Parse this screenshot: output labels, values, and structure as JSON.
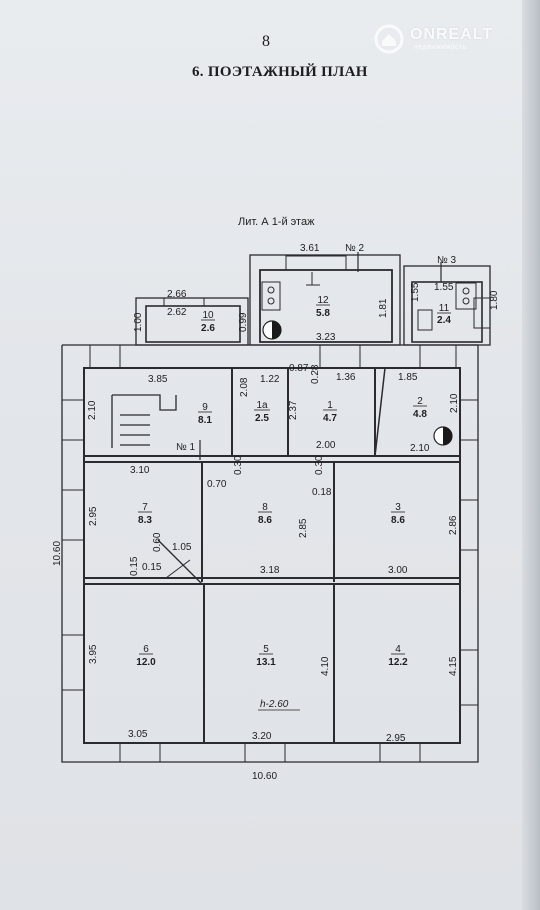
{
  "page_number": "8",
  "section_title": "6.    ПОЭТАЖНЫЙ ПЛАН",
  "plan_title": "Лит. А 1-й этаж",
  "logo": {
    "name": "ONREALT",
    "tagline": "недвижимость"
  },
  "rooms": [
    {
      "num": "12",
      "area": "5.8"
    },
    {
      "num": "10",
      "area": "2.6"
    },
    {
      "num": "11",
      "area": "2.4"
    },
    {
      "num": "9",
      "area": "8.1"
    },
    {
      "num": "1а",
      "area": "2.5"
    },
    {
      "num": "1",
      "area": "4.7"
    },
    {
      "num": "2",
      "area": "4.8"
    },
    {
      "num": "7",
      "area": "8.3"
    },
    {
      "num": "8",
      "area": "8.6"
    },
    {
      "num": "3",
      "area": "8.6"
    },
    {
      "num": "6",
      "area": "12.0"
    },
    {
      "num": "5",
      "area": "13.1"
    },
    {
      "num": "4",
      "area": "12.2"
    }
  ],
  "entrances": [
    "№ 2",
    "№ 3",
    "№ 1"
  ],
  "height_label": "h-2.60",
  "dimensions": [
    "3.61",
    "1.81",
    "3.23",
    "0.99",
    "2.66",
    "2.62",
    "1.00",
    "1.55",
    "1.55",
    "1.80",
    "3.85",
    "2.08",
    "1.22",
    "0.87",
    "0.28",
    "1.36",
    "1.85",
    "2.10",
    "2.37",
    "2.10",
    "2.00",
    "2.10",
    "3.10",
    "0.30",
    "0.70",
    "0.30",
    "0.18",
    "2.95",
    "2.85",
    "2.86",
    "0.60",
    "1.05",
    "0.15",
    "0.15",
    "3.18",
    "3.00",
    "3.95",
    "4.10",
    "4.15",
    "3.05",
    "3.20",
    "2.95",
    "10.60",
    "10.60"
  ]
}
